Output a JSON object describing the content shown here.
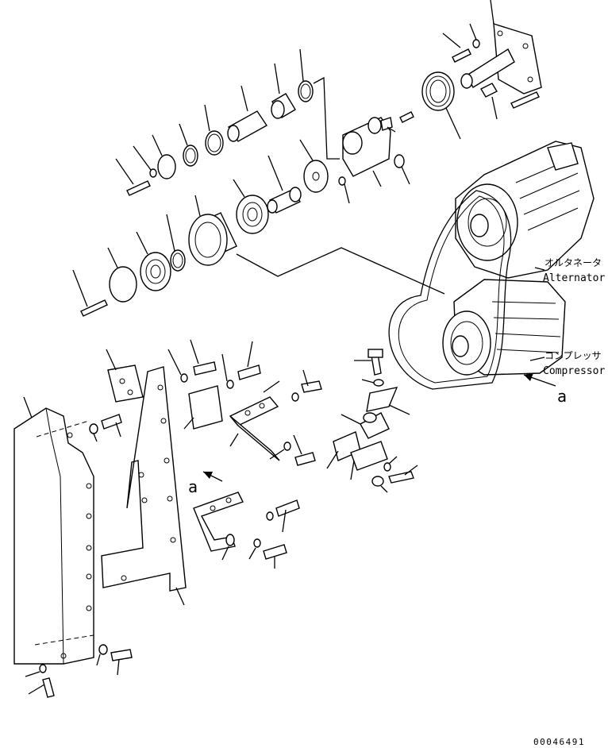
{
  "labels": {
    "alternator_jp": "オルタネータ",
    "alternator_en": "Alternator",
    "compressor_jp": "コンプレッサ",
    "compressor_en": "Compressor",
    "view_a_right": "a",
    "view_a_left": "a",
    "drawing_number": "00046491"
  },
  "colors": {
    "ink": "#000000",
    "paper": "#ffffff"
  }
}
